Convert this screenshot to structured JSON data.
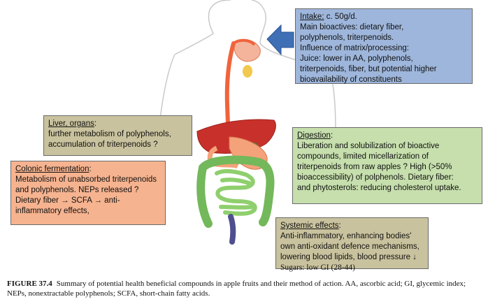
{
  "intake": {
    "head": "Intake:",
    "head_rest": " c. 50g/d.",
    "lines": [
      "Main bioactives: dietary fiber,",
      "polyphenols, triterpenoids.",
      "Influence of matrix/processing:",
      "Juice: lower in AA, polyphenols,",
      "triterpenoids, fiber,  but potential higher",
      "bioavailability of constituents"
    ]
  },
  "liver": {
    "head": "Liver, organs",
    "head_rest": ":",
    "lines": [
      "further metabolism of polyphenols,",
      "accumulation of triterpenoids ?"
    ]
  },
  "colonic": {
    "head": "Colonic fermentation",
    "head_rest": ":",
    "lines": [
      "Metabolism of unabsorbed triterpenoids",
      "and polyphenols. NEPs released ?",
      "Dietary fiber → SCFA → anti-",
      "inflammatory effects,"
    ]
  },
  "digestion": {
    "head": "Digestion",
    "head_rest": ":",
    "lines": [
      "Liberation and solubilization of bioactive",
      "compounds, limited micellarization of",
      "triterpenoids from raw apples ? High (>50%",
      "bioaccessibility) of polphenols. Dietary fiber:",
      "and phytosterols: reducing cholesterol uptake."
    ]
  },
  "systemic": {
    "head": "Systemic effects",
    "head_rest": ":",
    "lines": [
      "Anti-inflammatory, enhancing bodies'",
      "own anti-oxidant defence mechanisms,",
      "lowering blood lipids, blood pressure ↓"
    ],
    "last_line": "Sugars: low GI (28-44)"
  },
  "caption": {
    "label": "FIGURE 37.4",
    "text": "Summary of potential health beneficial compounds in apple fruits and their method of action. AA, ascorbic acid; GI, glycemic index; NEPs, nonextractable polyphenols; SCFA, short-chain fatty acids."
  },
  "colors": {
    "intake_box": "#9eb6db",
    "liver_box": "#c9c29e",
    "colonic_box": "#f6b38f",
    "digestion_box": "#c6dfad",
    "systemic_box": "#c9c29e",
    "esophagus": "#f0643c",
    "liver_organ": "#c8312b",
    "stomach": "#f4a27a",
    "intestine": "#73b85a",
    "arrow": "#3f6fb5"
  }
}
